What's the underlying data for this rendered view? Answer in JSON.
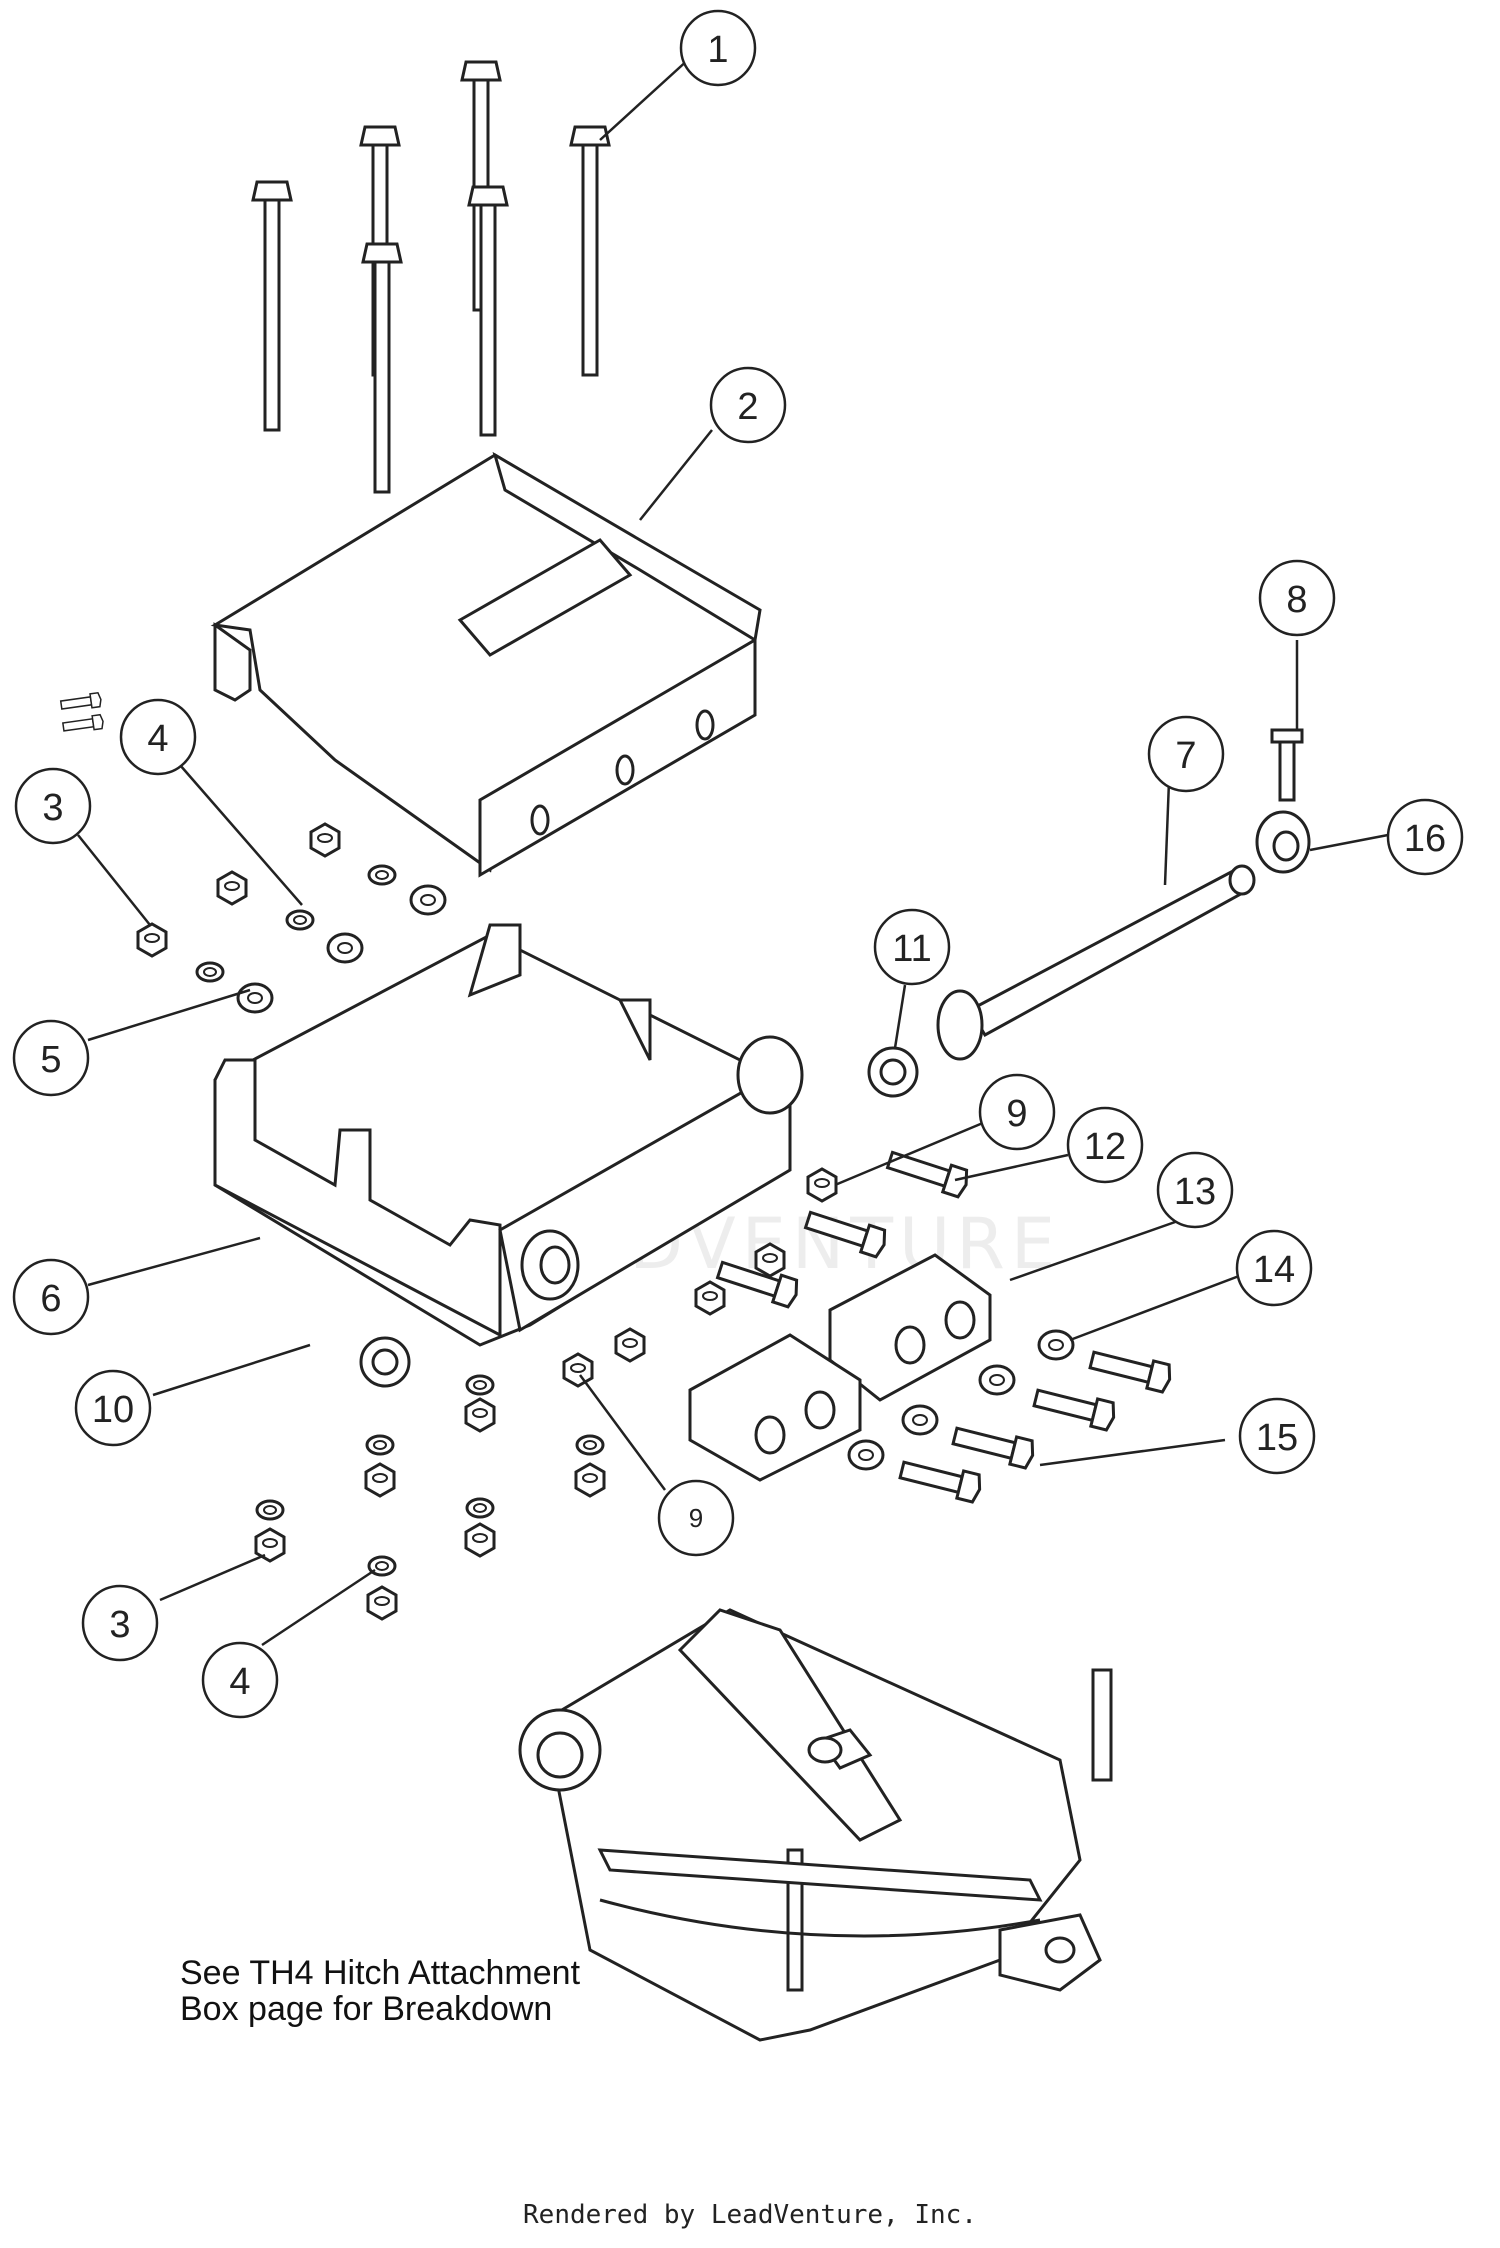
{
  "callouts": [
    {
      "label": "1"
    },
    {
      "label": "2"
    },
    {
      "label": "3"
    },
    {
      "label": "4"
    },
    {
      "label": "5"
    },
    {
      "label": "6"
    },
    {
      "label": "7"
    },
    {
      "label": "8"
    },
    {
      "label": "9"
    },
    {
      "label": "10"
    },
    {
      "label": "11"
    },
    {
      "label": "12"
    },
    {
      "label": "13"
    },
    {
      "label": "14"
    },
    {
      "label": "15"
    },
    {
      "label": "16"
    },
    {
      "label": "9"
    },
    {
      "label": "3"
    },
    {
      "label": "4"
    }
  ],
  "note": {
    "line1": "See TH4 Hitch Attachment",
    "line2": "Box page for Breakdown"
  },
  "watermark": "LEADVENTURE",
  "footer": "Rendered by LeadVenture, Inc.",
  "colors": {
    "line": "#222222",
    "part_fill": "#ffffff",
    "shade": "#e6e6e6"
  }
}
